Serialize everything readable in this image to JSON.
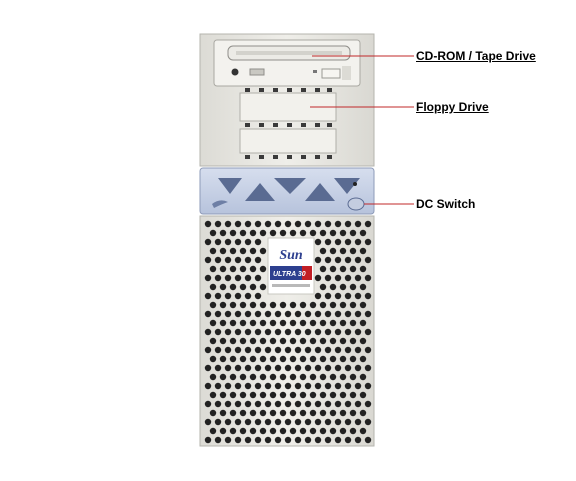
{
  "callouts": {
    "cdrom_tape": "CD-ROM / Tape Drive",
    "floppy": "Floppy Drive",
    "dc_switch": "DC Switch"
  },
  "logo": {
    "brand": "Sun",
    "product": "ULTRA 30"
  },
  "colors": {
    "case": "#ebeae5",
    "case_shadow": "#c9c8c2",
    "bezel": "#c8d2e6",
    "bezel_vents": "#5a6b92",
    "grille_holes": "#222222",
    "leader": "#c0282a",
    "logo_blue": "#2d3f8f",
    "logo_red": "#c21e25"
  }
}
